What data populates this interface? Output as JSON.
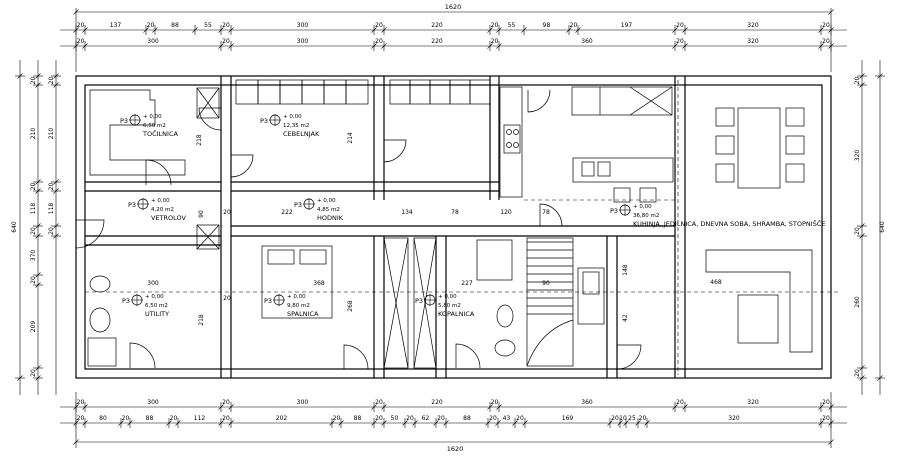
{
  "rooms": [
    {
      "code": "P3",
      "level": "+ 0,00",
      "area": "6,50 m2",
      "name": "TOČILNICA"
    },
    {
      "code": "P3",
      "level": "+ 0,00",
      "area": "12,35 m2",
      "name": "CEBELNJAK"
    },
    {
      "code": "P3",
      "level": "+ 0,00",
      "area": "4,20 m2",
      "name": "VETROLOV"
    },
    {
      "code": "P3",
      "level": "+ 0,00",
      "area": "4,85 m2",
      "name": "HODNIK"
    },
    {
      "code": "P3",
      "level": "+ 0,00",
      "area": "36,80 m2",
      "name": "KUHINJA, JEDILNICA, DNEVNA SOBA, SHRAMBA, STOPNIŠČE"
    },
    {
      "code": "P3",
      "level": "+ 0,00",
      "area": "6,50 m2",
      "name": "UTILITY"
    },
    {
      "code": "P3",
      "level": "+ 0,00",
      "area": "9,80 m2",
      "name": "SPALNICA"
    },
    {
      "code": "P3",
      "level": "+ 0,00",
      "area": "5,80 m2",
      "name": "KOPALNICA"
    }
  ],
  "dims_top": {
    "total": "1620",
    "row1": [
      "20",
      "137",
      "20",
      "88",
      "55",
      "20",
      "300",
      "20",
      "220",
      "20",
      "55",
      "98",
      "20",
      "197",
      "20",
      "320",
      "20"
    ],
    "row2": [
      "20",
      "300",
      "20",
      "300",
      "20",
      "220",
      "20",
      "360",
      "20",
      "320",
      "20"
    ]
  },
  "dims_bottom": {
    "total": "1620",
    "row1": [
      "20",
      "300",
      "20",
      "300",
      "20",
      "220",
      "20",
      "360",
      "20",
      "320",
      "20"
    ],
    "row2": [
      "20",
      "80",
      "20",
      "88",
      "20",
      "112",
      "20",
      "202",
      "20",
      "88",
      "20",
      "50",
      "20",
      "62",
      "20",
      "88",
      "20",
      "43",
      "20",
      "169",
      "20",
      "10",
      "25",
      "20",
      "320",
      "20"
    ]
  },
  "dims_left": {
    "total": "640",
    "outer": [
      "20",
      "210",
      "20",
      "118",
      "20",
      "370",
      "20",
      "209",
      "20"
    ],
    "inner": [
      "20",
      "210",
      "20",
      "118",
      "20"
    ]
  },
  "dims_right": {
    "total": "640",
    "values": [
      "20",
      "320",
      "20",
      "260",
      "20"
    ]
  },
  "interior_dims": [
    "218",
    "214",
    "90",
    "222",
    "134",
    "78",
    "120",
    "78",
    "300",
    "368",
    "227",
    "90",
    "268",
    "218",
    "148",
    "42",
    "20",
    "20",
    "468"
  ]
}
